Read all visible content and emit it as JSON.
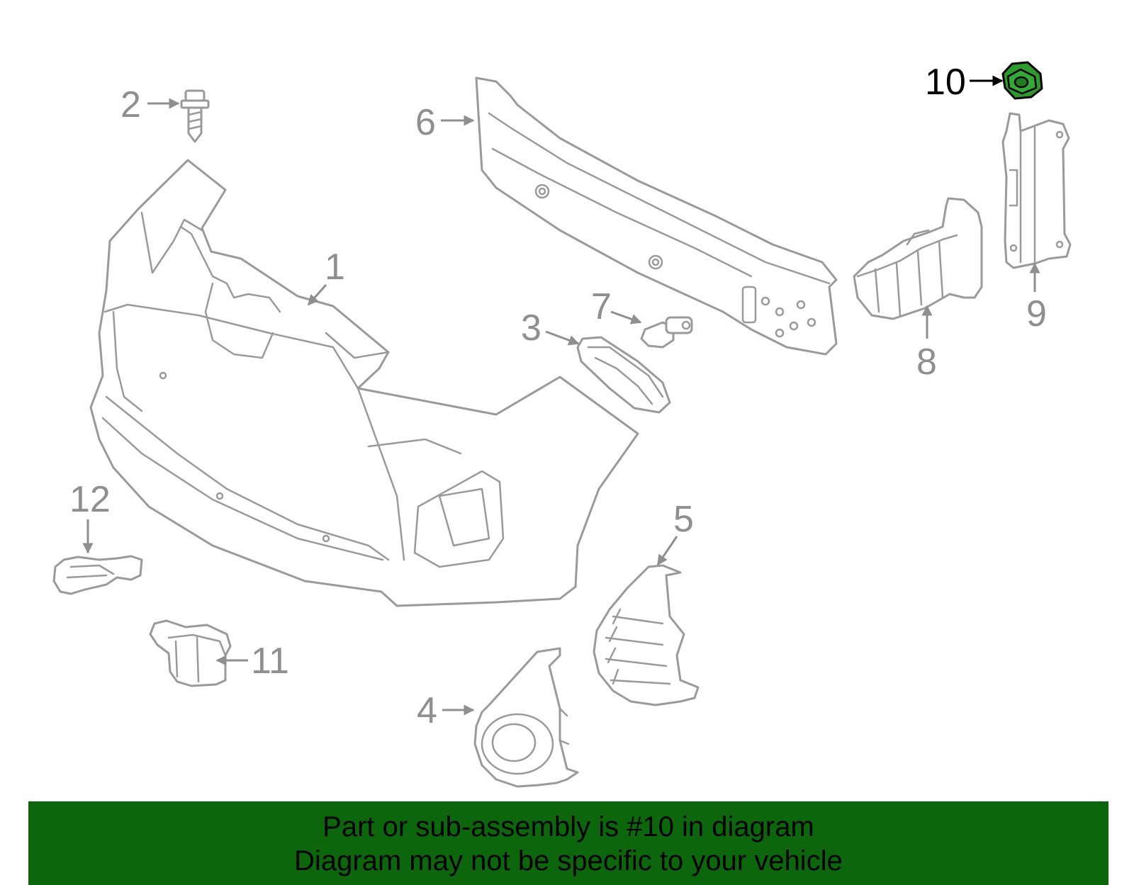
{
  "callouts": {
    "c1": "1",
    "c2": "2",
    "c3": "3",
    "c4": "4",
    "c5": "5",
    "c6": "6",
    "c7": "7",
    "c8": "8",
    "c9": "9",
    "c10": "10",
    "c11": "11",
    "c12": "12"
  },
  "highlight": {
    "part": "10",
    "color": "#2e9a2e"
  },
  "banner": {
    "line1": "Part or sub-assembly is #10 in diagram",
    "line2": "Diagram may not be specific to your vehicle",
    "background": "#0c660c"
  }
}
